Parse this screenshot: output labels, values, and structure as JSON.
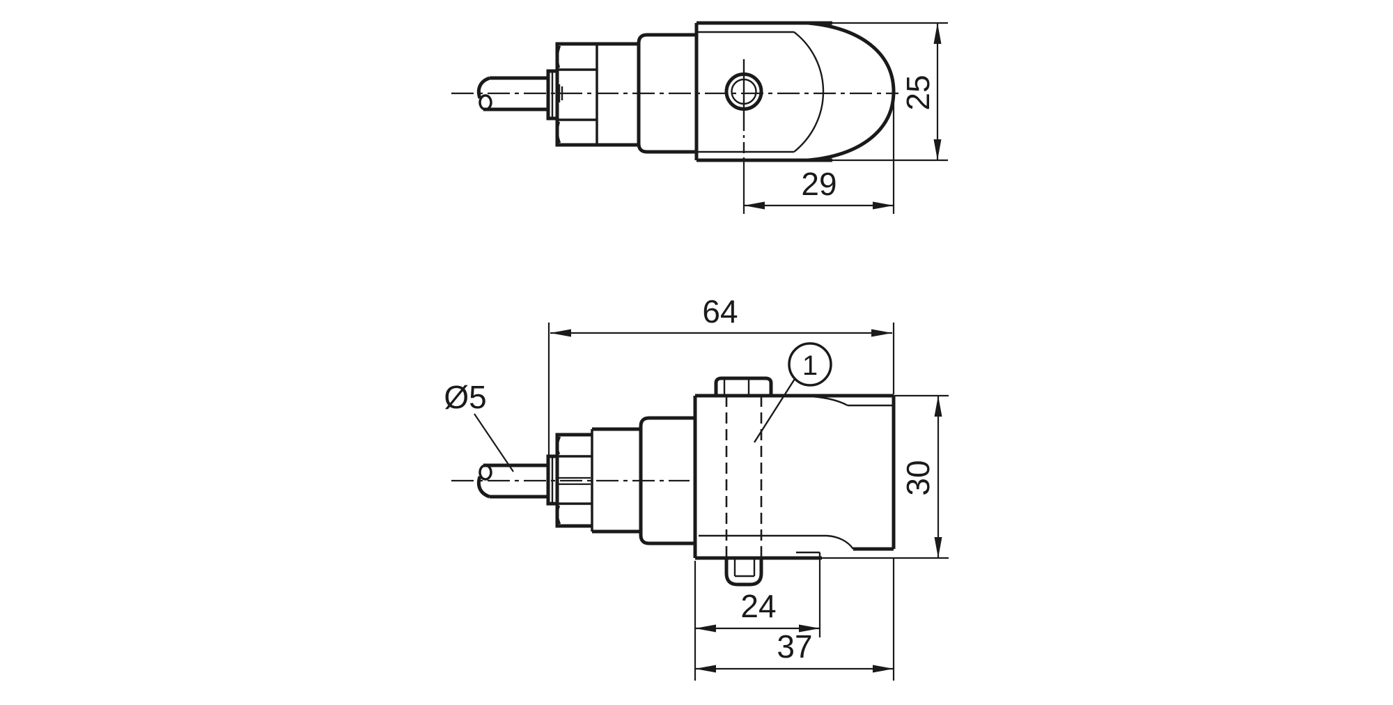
{
  "drawing": {
    "background_color": "#ffffff",
    "line_color": "#1a1a1a",
    "views": {
      "top": {
        "title": "top-view",
        "dimensions": {
          "body_height": "25",
          "head_offset": "29"
        }
      },
      "side": {
        "title": "side-view",
        "dimensions": {
          "overall_length": "64",
          "body_depth": "30",
          "bracket_length": "24",
          "head_length": "37",
          "cable_diameter": "Ø5"
        },
        "callouts": {
          "item_1": "1"
        }
      }
    }
  }
}
